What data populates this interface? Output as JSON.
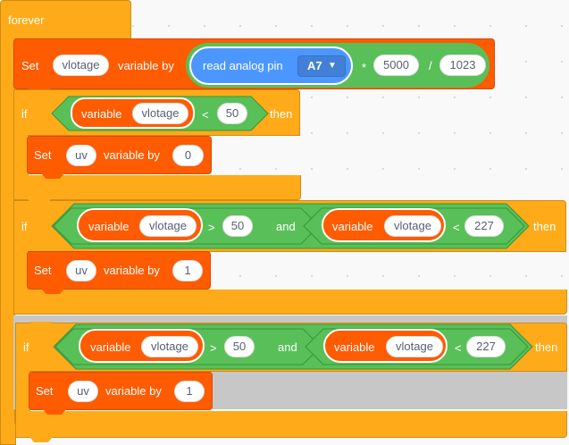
{
  "forever_label": "forever",
  "set1": {
    "set": "Set",
    "var": "vlotage",
    "by": "variable by",
    "read": "read analog pin",
    "pin": "A7",
    "times": "*",
    "n1": "5000",
    "div": "/",
    "n2": "1023"
  },
  "if1": {
    "if": "if",
    "variable": "variable",
    "var": "vlotage",
    "op": "<",
    "val": "50",
    "then": "then"
  },
  "set2": {
    "set": "Set",
    "var": "uv",
    "by": "variable by",
    "val": "0"
  },
  "if2": {
    "if": "if",
    "variable1": "variable",
    "var1": "vlotage",
    "op1": ">",
    "val1": "50",
    "and": "and",
    "variable2": "variable",
    "var2": "vlotage",
    "op2": "<",
    "val2": "227",
    "then": "then"
  },
  "set3": {
    "set": "Set",
    "var": "uv",
    "by": "variable by",
    "val": "1"
  },
  "if3": {
    "if": "if",
    "variable1": "variable",
    "var1": "vlotage",
    "op1": ">",
    "val1": "50",
    "and": "and",
    "variable2": "variable",
    "var2": "vlotage",
    "op2": "<",
    "val2": "227",
    "then": "then"
  },
  "set4": {
    "set": "Set",
    "var": "uv",
    "by": "variable by",
    "val": "1"
  },
  "colors": {
    "control": "#ffab19",
    "operator": "#59c059",
    "variable": "#ff5b00",
    "sensing": "#4c97ff"
  }
}
